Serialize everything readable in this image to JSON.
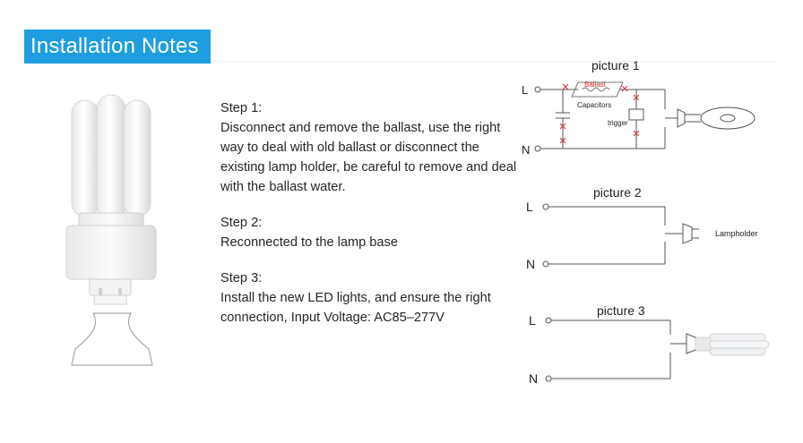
{
  "header": {
    "title": "Installation Notes"
  },
  "steps": [
    {
      "label": "Step 1:",
      "text": "Disconnect and remove the ballast, use the right way to deal with old ballast or disconnect the existing lamp holder, be careful to remove and deal with the ballast water."
    },
    {
      "label": "Step 2:",
      "text": "Reconnected to the lamp base"
    },
    {
      "label": "Step 3:",
      "text": "Install the new LED lights, and ensure the right connection, Input Voltage: AC85–277V"
    }
  ],
  "diagrams": {
    "picture1": {
      "title": "picture 1",
      "L": "L",
      "N": "N",
      "ballast": "Ballast",
      "capacitors": "Capacitors",
      "trigger": "trigger"
    },
    "picture2": {
      "title": "picture 2",
      "L": "L",
      "N": "N",
      "lampholder": "Lampholder"
    },
    "picture3": {
      "title": "picture 3",
      "L": "L",
      "N": "N"
    }
  },
  "colors": {
    "banner": "#1e9ee0",
    "cross": "#d9302c",
    "wire": "#555555"
  }
}
